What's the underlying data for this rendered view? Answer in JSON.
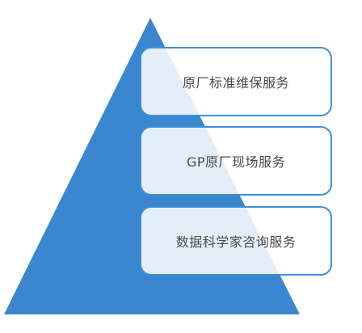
{
  "diagram": {
    "colors": {
      "triangle": "#3a87d0",
      "card_border": "#3f8fd6",
      "card_fill": "#ffffff",
      "text": "#4a4a4a"
    },
    "levels": [
      {
        "label": "原厂标准维保服务"
      },
      {
        "label": "GP原厂现场服务"
      },
      {
        "label": "数据科学家咨询服务"
      }
    ]
  }
}
